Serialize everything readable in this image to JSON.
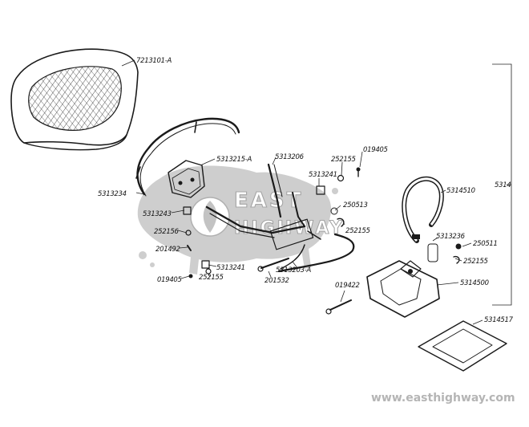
{
  "watermark": {
    "logo_line1": "EAST",
    "logo_line2": "HIGHWAY",
    "url": "www.easthighway.com"
  },
  "assembly_label": "5314",
  "parts": [
    {
      "id": "p7213101A",
      "number": "7213101-A"
    },
    {
      "id": "p5313215A",
      "number": "5313215-A"
    },
    {
      "id": "p5313206",
      "number": "5313206"
    },
    {
      "id": "p252155a",
      "number": "252155"
    },
    {
      "id": "p019405a",
      "number": "019405"
    },
    {
      "id": "p5313241a",
      "number": "5313241"
    },
    {
      "id": "p5313234",
      "number": "5313234"
    },
    {
      "id": "p5313243",
      "number": "5313243"
    },
    {
      "id": "p250513",
      "number": "250513"
    },
    {
      "id": "p252155b",
      "number": "252155"
    },
    {
      "id": "p5314510",
      "number": "5314510"
    },
    {
      "id": "p252156",
      "number": "252156"
    },
    {
      "id": "p201492",
      "number": "201492"
    },
    {
      "id": "p5313236",
      "number": "5313236"
    },
    {
      "id": "p250511",
      "number": "250511"
    },
    {
      "id": "p252155c",
      "number": "252155"
    },
    {
      "id": "p5313241b",
      "number": "5313241"
    },
    {
      "id": "p019405b",
      "number": "019405"
    },
    {
      "id": "p252155d",
      "number": "252155"
    },
    {
      "id": "p5313203A",
      "number": "5313203-A"
    },
    {
      "id": "p201532",
      "number": "201532"
    },
    {
      "id": "p019422",
      "number": "019422"
    },
    {
      "id": "p5314500",
      "number": "5314500"
    },
    {
      "id": "p5314517",
      "number": "5314517"
    }
  ]
}
